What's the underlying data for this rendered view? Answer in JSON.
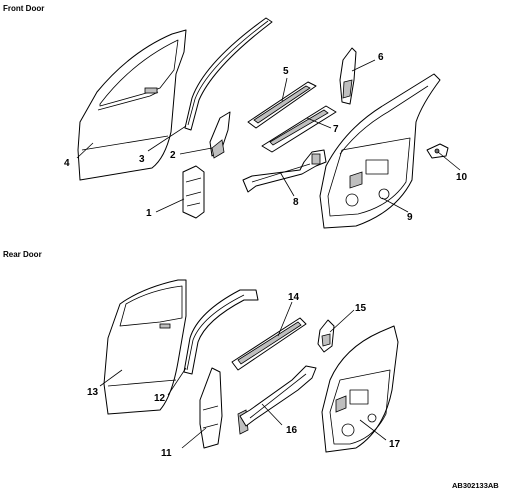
{
  "sections": {
    "front": {
      "title": "Front Door"
    },
    "rear": {
      "title": "Rear Door"
    }
  },
  "callouts": {
    "c1": "1",
    "c2": "2",
    "c3": "3",
    "c4": "4",
    "c5": "5",
    "c6": "6",
    "c7": "7",
    "c8": "8",
    "c9": "9",
    "c10": "10",
    "c11": "11",
    "c12": "12",
    "c13": "13",
    "c14": "14",
    "c15": "15",
    "c16": "16",
    "c17": "17"
  },
  "figure_code": "AB302133AB"
}
